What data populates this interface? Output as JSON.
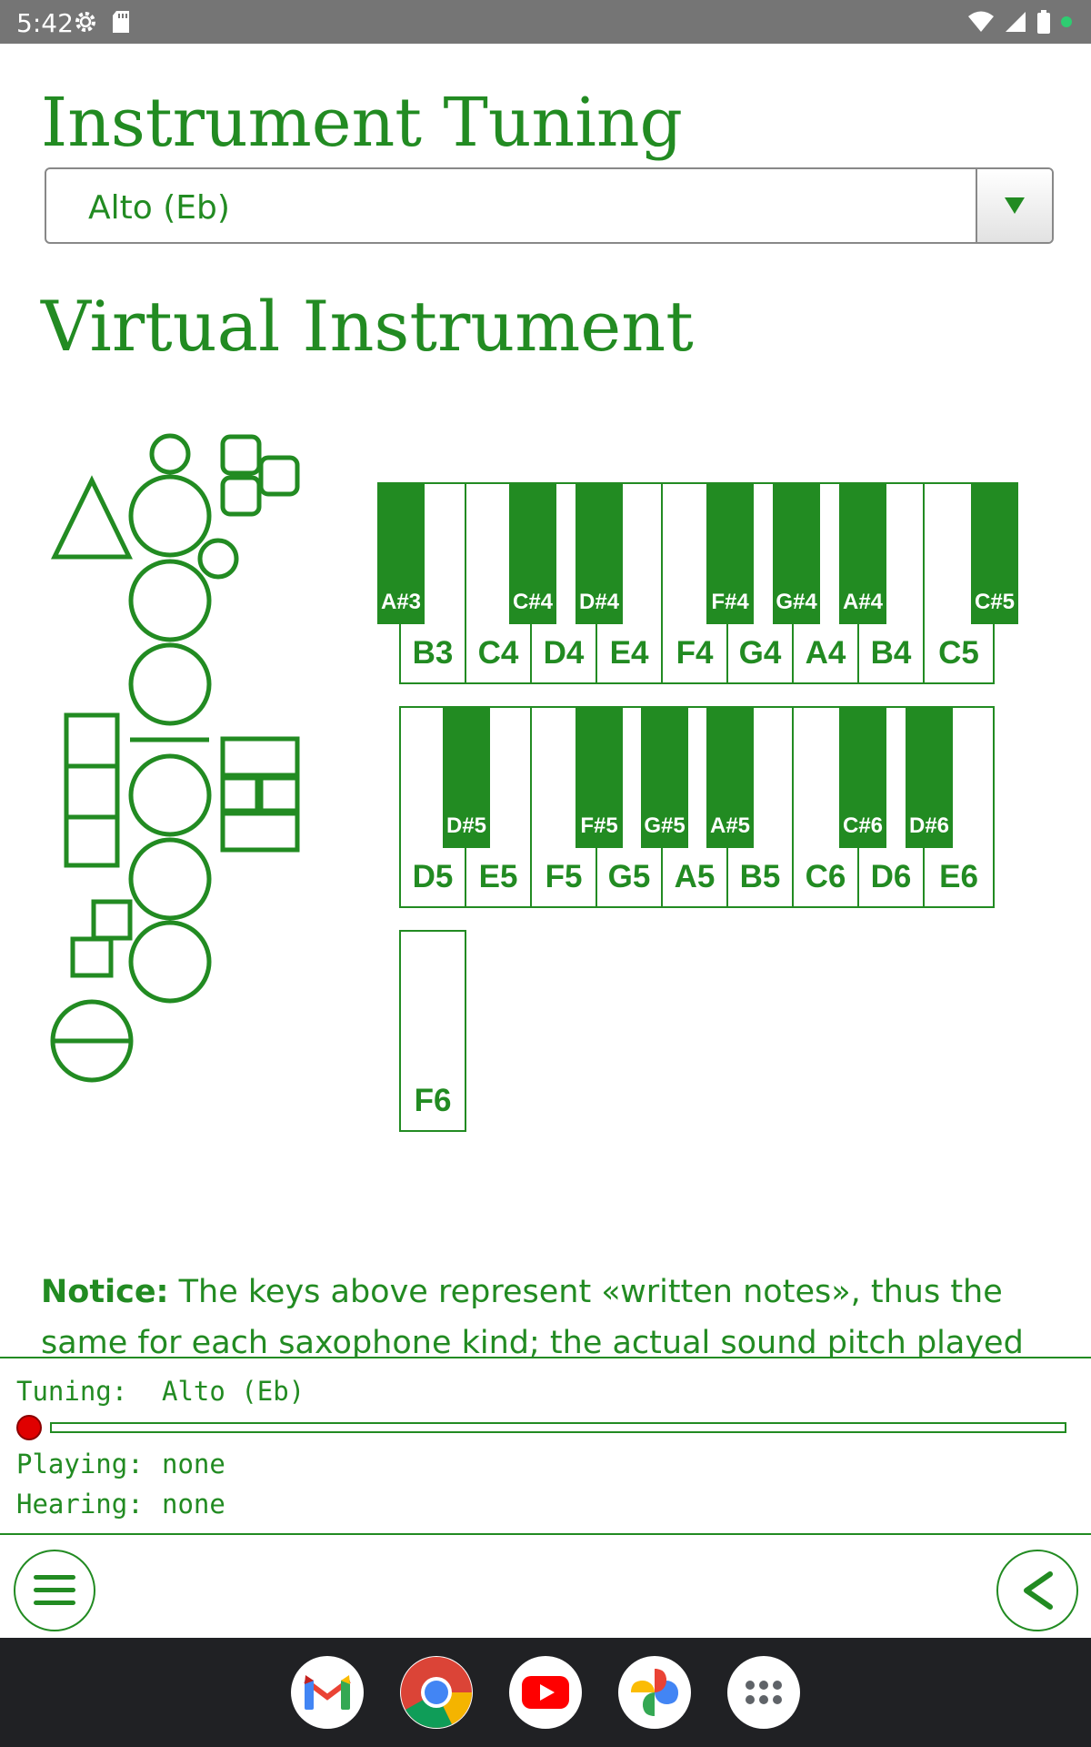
{
  "status_bar": {
    "time": "5:42"
  },
  "tuning_section": {
    "title": "Instrument Tuning",
    "selected": "Alto (Eb)"
  },
  "virtual_section": {
    "title": "Virtual Instrument"
  },
  "keyboard": {
    "row1": {
      "white": [
        "B3",
        "C4",
        "D4",
        "E4",
        "F4",
        "G4",
        "A4",
        "B4",
        "C5"
      ],
      "black": [
        "A#3",
        "C#4",
        "D#4",
        "F#4",
        "G#4",
        "A#4",
        "C#5"
      ]
    },
    "row2": {
      "white": [
        "D5",
        "E5",
        "F5",
        "G5",
        "A5",
        "B5",
        "C6",
        "D6",
        "E6"
      ],
      "black": [
        "D#5",
        "F#5",
        "G#5",
        "A#5",
        "C#6",
        "D#6"
      ]
    },
    "row3": {
      "white": [
        "F6"
      ]
    }
  },
  "notice": {
    "label": "Notice:",
    "text": " The keys above represent «written notes», thus the same for each saxophone kind; the actual sound pitch played for each"
  },
  "status_panel": {
    "tuning_label": "Tuning:",
    "tuning_value": "Alto (Eb)",
    "playing_label": "Playing:",
    "playing_value": "none",
    "hearing_label": "Hearing:",
    "hearing_value": "none",
    "progress": 0
  },
  "colors": {
    "accent": "#228B22",
    "record": "#e00000",
    "status_bar": "#757575",
    "dock": "#202124"
  },
  "icons": {
    "menu": "hamburger-menu-icon",
    "back": "chevron-left-icon",
    "dropdown": "triangle-down-icon"
  },
  "dock_apps": [
    "gmail-icon",
    "chrome-icon",
    "youtube-icon",
    "photos-icon",
    "app-drawer-icon"
  ]
}
